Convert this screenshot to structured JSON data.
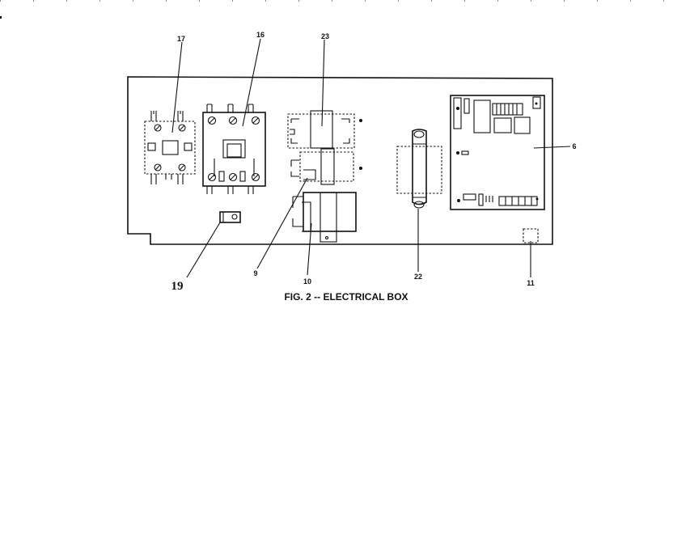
{
  "figure": {
    "caption": "FIG. 2 -- ELECTRICAL BOX"
  },
  "callouts": {
    "c17": "17",
    "c16": "16",
    "c23": "23",
    "c6": "6",
    "c19": "19",
    "c9": "9",
    "c10": "10",
    "c22": "22",
    "c11": "11"
  }
}
